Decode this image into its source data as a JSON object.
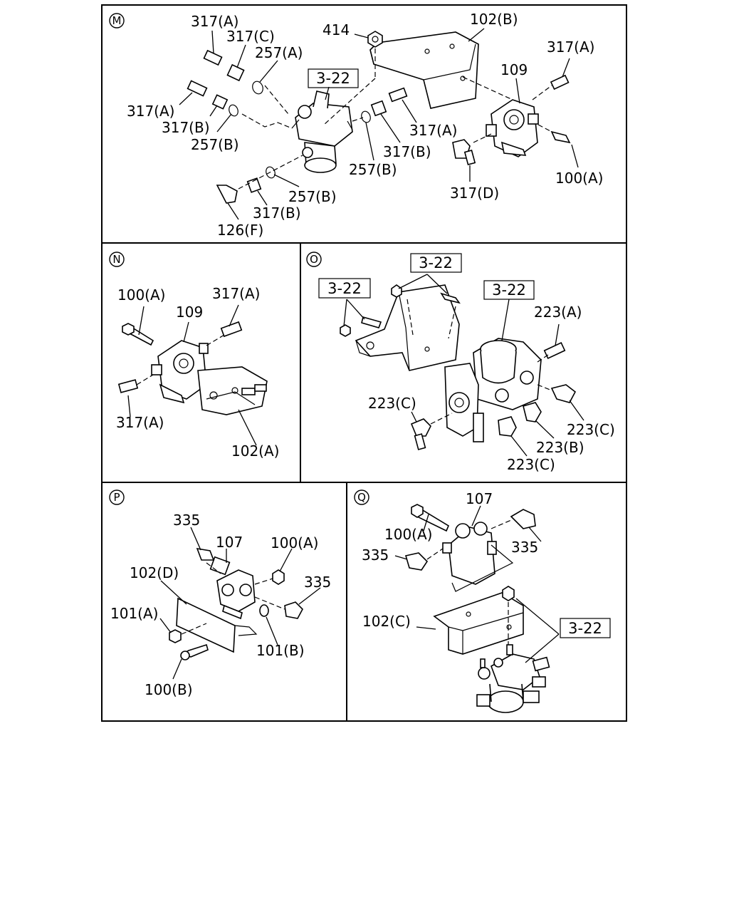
{
  "panels": {
    "M": {
      "id": "M",
      "labels": [
        "317(A)",
        "317(C)",
        "257(A)",
        "414",
        "102(B)",
        "317(A)",
        "3-22",
        "109",
        "317(A)",
        "317(B)",
        "257(B)",
        "317(A)",
        "317(B)",
        "257(B)",
        "100(A)",
        "317(D)",
        "257(B)",
        "317(B)",
        "126(F)"
      ]
    },
    "N": {
      "id": "N",
      "labels": [
        "100(A)",
        "317(A)",
        "109",
        "317(A)",
        "102(A)"
      ]
    },
    "O": {
      "id": "O",
      "labels": [
        "3-22",
        "3-22",
        "3-22",
        "223(A)",
        "223(C)",
        "223(C)",
        "223(B)",
        "223(C)"
      ]
    },
    "P": {
      "id": "P",
      "labels": [
        "335",
        "107",
        "100(A)",
        "102(D)",
        "335",
        "101(A)",
        "101(B)",
        "100(B)"
      ]
    },
    "Q": {
      "id": "Q",
      "labels": [
        "107",
        "100(A)",
        "335",
        "335",
        "102(C)",
        "3-22"
      ]
    }
  }
}
